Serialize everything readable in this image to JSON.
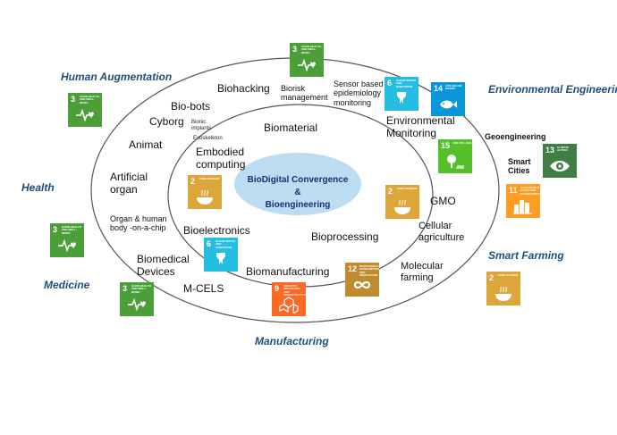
{
  "diagram": {
    "core": {
      "line1": "BioDigital Convergence",
      "line2": "&",
      "line3": "Bioengineering"
    },
    "categories": {
      "human_augmentation": "Human Augmentation",
      "environmental_engineering": "Environmental Engineering",
      "health": "Health",
      "medicine": "Medicine",
      "smart_farming": "Smart Farming",
      "manufacturing": "Manufacturing"
    },
    "outer_ring": {
      "biohacking": "Biohacking",
      "biorisk": "Biorisk management",
      "sensor": "Sensor based epidemiology monitoring",
      "biobots": "Bio-bots",
      "cyborg": "Cyborg",
      "bionic_implants": "Bionic implants",
      "exoskeleton": "Exoskeleton",
      "animat": "Animat",
      "artificial_organ": "Artificial organ",
      "organ_chip": "Organ & human body -on-a-chip",
      "biomedical_devices": "Biomedical Devices",
      "mcels": "M-CELS",
      "environmental_monitoring": "Environmental Monitoring",
      "geoengineering": "Geoengineering",
      "smart_cities": "Smart Cities",
      "gmo": "GMO",
      "cellular_agriculture": "Cellular agriculture",
      "molecular_farming": "Molecular farming"
    },
    "inner_ring": {
      "biomaterial": "Biomaterial",
      "embodied_computing": "Embodied computing",
      "bioelectronics": "Bioelectronics",
      "bioprocessing": "Bioprocessing",
      "biomanufacturing": "Biomanufacturing"
    }
  },
  "sdg_icons": [
    {
      "id": "sdg3-top",
      "num": "3",
      "caption": "Good health and well-being",
      "color": "#4c9f38",
      "icon": "heartbeat-icon"
    },
    {
      "id": "sdg3-left",
      "num": "3",
      "caption": "Good health and well-being",
      "color": "#4c9f38",
      "icon": "heartbeat-icon"
    },
    {
      "id": "sdg3-health",
      "num": "3",
      "caption": "Good health and well-being",
      "color": "#4c9f38",
      "icon": "heartbeat-icon"
    },
    {
      "id": "sdg3-medicine",
      "num": "3",
      "caption": "Good health and well-being",
      "color": "#4c9f38",
      "icon": "heartbeat-icon"
    },
    {
      "id": "sdg6-top",
      "num": "6",
      "caption": "Clean water and sanitation",
      "color": "#26bde2",
      "icon": "water-drop-icon"
    },
    {
      "id": "sdg6-bottom",
      "num": "6",
      "caption": "Clean water and sanitation",
      "color": "#26bde2",
      "icon": "water-drop-icon"
    },
    {
      "id": "sdg14",
      "num": "14",
      "caption": "Life below water",
      "color": "#0a97d9",
      "icon": "fish-icon"
    },
    {
      "id": "sdg15",
      "num": "15",
      "caption": "Life on land",
      "color": "#56c02b",
      "icon": "tree-icon"
    },
    {
      "id": "sdg13",
      "num": "13",
      "caption": "Climate action",
      "color": "#3f7e44",
      "icon": "eye-globe-icon"
    },
    {
      "id": "sdg11",
      "num": "11",
      "caption": "Sustainable cities and communities",
      "color": "#fd9d24",
      "icon": "buildings-icon"
    },
    {
      "id": "sdg2-left",
      "num": "2",
      "caption": "Zero hunger",
      "color": "#dda63a",
      "icon": "bowl-icon"
    },
    {
      "id": "sdg2-right",
      "num": "2",
      "caption": "Zero hunger",
      "color": "#dda63a",
      "icon": "bowl-icon"
    },
    {
      "id": "sdg2-farming",
      "num": "2",
      "caption": "Zero hunger",
      "color": "#dda63a",
      "icon": "bowl-icon"
    },
    {
      "id": "sdg12",
      "num": "12",
      "caption": "Responsible consumption and production",
      "color": "#bf8b2e",
      "icon": "infinity-icon"
    },
    {
      "id": "sdg9",
      "num": "9",
      "caption": "Industry, innovation and infrastructure",
      "color": "#fd6925",
      "icon": "cubes-icon"
    }
  ]
}
